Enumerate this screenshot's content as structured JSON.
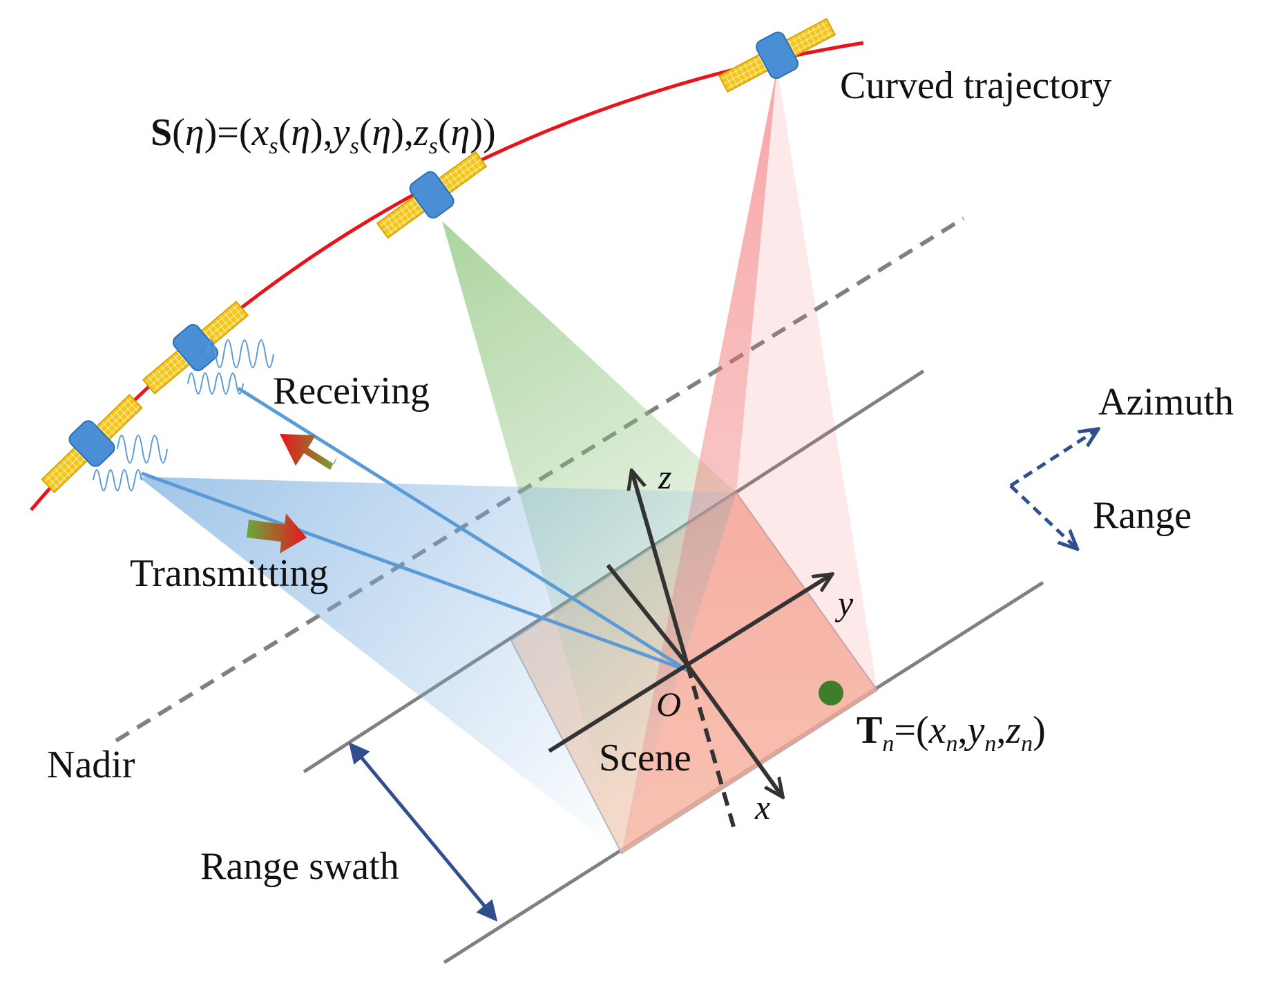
{
  "diagram": {
    "labels": {
      "trajectory": "Curved trajectory",
      "receiving": "Receiving",
      "transmitting": "Transmitting",
      "nadir": "Nadir",
      "scene": "Scene",
      "range_swath": "Range swath",
      "azimuth": "Azimuth",
      "range": "Range",
      "origin": "O",
      "axis_x": "x",
      "axis_y": "y",
      "axis_z": "z"
    },
    "formula_s": {
      "S": "S",
      "open": "(",
      "eta": "η",
      "mid": ")=(",
      "x": "x",
      "y": "y",
      "z": "z",
      "sub": "s",
      "lp": "(",
      "rp": ")",
      "comma": ",",
      "end": "))"
    },
    "formula_t": {
      "T": "T",
      "sub": "n",
      "eq": "=(",
      "x": "x",
      "y": "y",
      "z": "z",
      "comma": ",",
      "close": ")"
    },
    "colors": {
      "trajectory": "#e8141b",
      "transmit_beam": "#7aaee0",
      "receive_beam": "#8cc37a",
      "curved_beam": "#f26a6a",
      "scene_fill": "#f7cfb4",
      "line_blue": "#5b9bd5",
      "arrow_navy": "#2f4f8f",
      "ground_gray": "#808080",
      "target": "#3e7d2b",
      "satellite_body": "#4a8fd6",
      "solar_panel": "#f5c518"
    }
  }
}
